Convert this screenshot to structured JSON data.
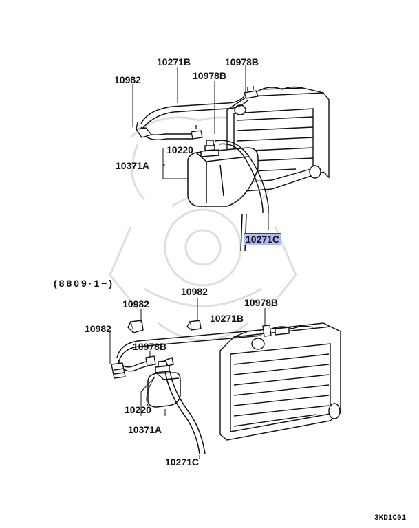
{
  "top_diagram": {
    "labels": {
      "overflow_hose_upper": "10271B",
      "clip_a": "10978B",
      "clip_b": "10978B",
      "clamp": "10982",
      "cap": "10220",
      "reserve_tank": "10371A",
      "overflow_hose_lower": "10271C"
    }
  },
  "bottom_diagram": {
    "section_label": "(8809·1−)",
    "labels": {
      "clamp_top": "10982",
      "clamp_left": "10982",
      "clamp_lower": "10982",
      "overflow_hose_upper": "10271B",
      "clip_right": "10978B",
      "clip_left": "10978B",
      "cap": "10220",
      "reserve_tank": "10371A",
      "overflow_hose_lower": "10271C"
    }
  },
  "diagram_code": "3KD1C01",
  "colors": {
    "highlight": "#b3b8f3",
    "line": "#111111",
    "watermark": "#d6d6d6"
  }
}
